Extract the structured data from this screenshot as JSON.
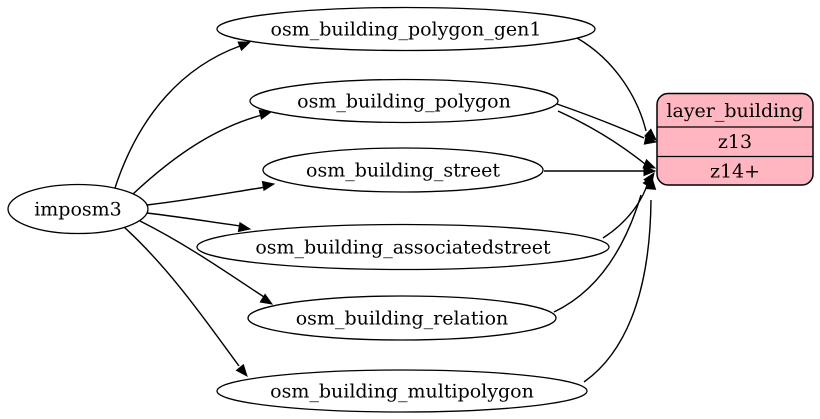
{
  "diagram": {
    "type": "graphviz-etl-graph",
    "source_node": {
      "label": "imposm3"
    },
    "tables": [
      {
        "label": "osm_building_polygon_gen1"
      },
      {
        "label": "osm_building_polygon"
      },
      {
        "label": "osm_building_street"
      },
      {
        "label": "osm_building_associatedstreet"
      },
      {
        "label": "osm_building_relation"
      },
      {
        "label": "osm_building_multipolygon"
      }
    ],
    "layer_node": {
      "title": "layer_building",
      "rows": [
        "z13",
        "z14+"
      ],
      "fill": "#ffb6c1"
    },
    "edges": [
      {
        "from": "imposm3",
        "to": "osm_building_polygon_gen1"
      },
      {
        "from": "imposm3",
        "to": "osm_building_polygon"
      },
      {
        "from": "imposm3",
        "to": "osm_building_street"
      },
      {
        "from": "imposm3",
        "to": "osm_building_associatedstreet"
      },
      {
        "from": "imposm3",
        "to": "osm_building_relation"
      },
      {
        "from": "imposm3",
        "to": "osm_building_multipolygon"
      },
      {
        "from": "osm_building_polygon_gen1",
        "to": "layer_building",
        "port": "z13"
      },
      {
        "from": "osm_building_polygon",
        "to": "layer_building",
        "port": "z13"
      },
      {
        "from": "osm_building_polygon",
        "to": "layer_building",
        "port": "z14+"
      },
      {
        "from": "osm_building_street",
        "to": "layer_building",
        "port": "z14+"
      },
      {
        "from": "osm_building_associatedstreet",
        "to": "layer_building",
        "port": "z14+"
      },
      {
        "from": "osm_building_relation",
        "to": "layer_building",
        "port": "z14+"
      },
      {
        "from": "osm_building_multipolygon",
        "to": "layer_building",
        "port": "z14+"
      }
    ]
  },
  "colors": {
    "background": "#ffffff",
    "node_fill": "#ffffff",
    "stroke": "#000000",
    "layer_fill": "#ffb6c1"
  }
}
